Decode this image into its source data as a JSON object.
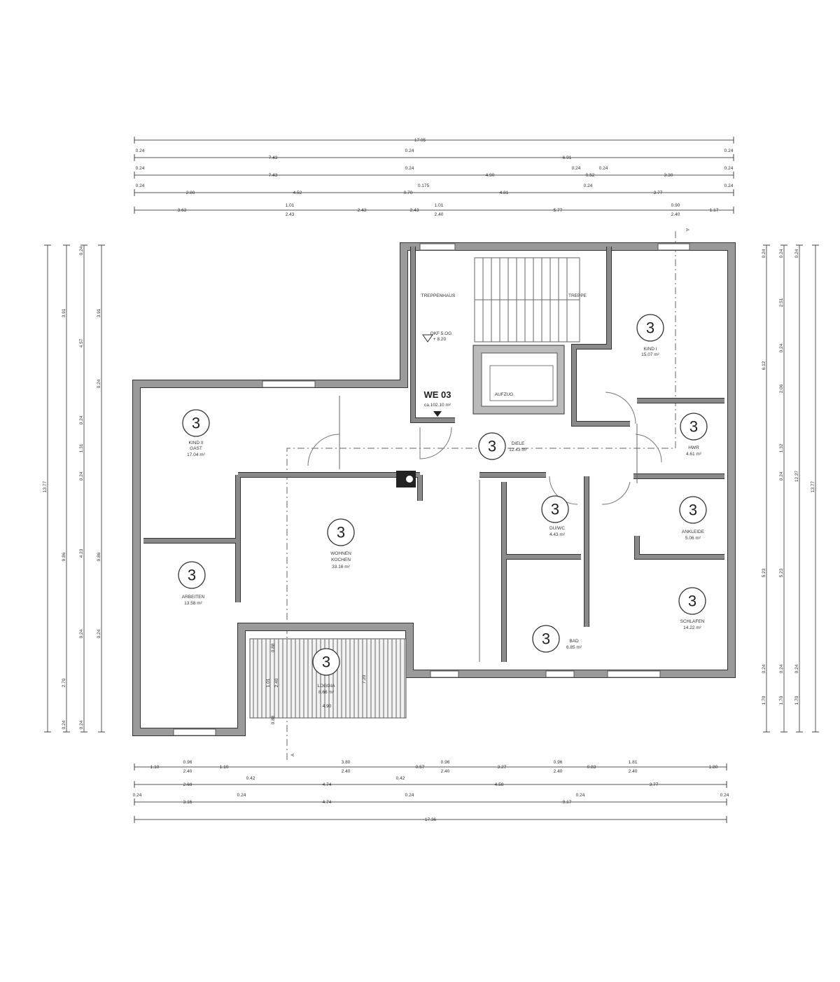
{
  "plan": {
    "unit": {
      "label": "WE 03",
      "area": "ca.102.10 m²"
    },
    "level_marker": {
      "label": "OKF 5.OG",
      "value": "+ 8.20"
    },
    "section_marker": "A",
    "stair_labels": {
      "stairwell": "TREPPENHAUS",
      "stairs": "TREPPE",
      "elevator": "AUFZUG"
    },
    "rooms": [
      {
        "number": "3",
        "name": "KIND I",
        "area": "15.07 m²"
      },
      {
        "number": "3",
        "name": "KIND II",
        "name2": "GAST",
        "area": "17.04 m²"
      },
      {
        "number": "3",
        "name": "DIELE",
        "area": "12.43 m²"
      },
      {
        "number": "3",
        "name": "HWR",
        "area": "4.61 m²"
      },
      {
        "number": "3",
        "name": "WOHNEN",
        "name2": "KOCHEN",
        "area": "33.16 m²"
      },
      {
        "number": "3",
        "name": "DU/WC",
        "area": "4.43 m²"
      },
      {
        "number": "3",
        "name": "ANKLEIDE",
        "area": "5.06 m²"
      },
      {
        "number": "3",
        "name": "ARBEITEN",
        "area": "13.58 m²"
      },
      {
        "number": "3",
        "name": "SCHLAFEN",
        "area": "14.22 m²"
      },
      {
        "number": "3",
        "name": "BAD",
        "area": "6.85 m²"
      },
      {
        "number": "3",
        "name": "LOGGIA",
        "area": "8.66 m²"
      }
    ],
    "loggia_dims": [
      "1.01",
      "2.40",
      "7.20",
      "4.90",
      "0.88",
      "0.88"
    ],
    "dimensions_top": [
      [
        "17.05"
      ],
      [
        "0.24",
        "7.43",
        "0.24",
        "6.91",
        "0.24"
      ],
      [
        "0.24",
        "7.43",
        "0.24",
        "4.90",
        "0.24",
        "0.52",
        "0.24",
        "3.30",
        "0.24"
      ],
      [
        "0.24",
        "2.80",
        "4.52",
        "0.70",
        "0.175",
        "4.81",
        "0.24",
        "3.77",
        "0.24"
      ],
      [
        "3.63",
        "1.01",
        "2.43",
        "2.43",
        "2.43",
        "1.01",
        "2.40",
        "5.77",
        "0.90",
        "2.40",
        "1.17"
      ]
    ],
    "dimensions_bottom": [
      [
        "1.10",
        "0.96",
        "2.40",
        "1.10",
        "3.80",
        "2.40",
        "0.57",
        "0.96",
        "2.40",
        "3.27",
        "0.96",
        "2.40",
        "0.83",
        "1.81",
        "2.40",
        "1.80"
      ],
      [
        "2.68",
        "0.42",
        "4.74",
        "0.42",
        "4.58",
        "3.77"
      ],
      [
        "0.24",
        "3.16",
        "0.24",
        "4.74",
        "0.24",
        "9.17",
        "0.24",
        "0.24"
      ],
      [
        "17.36"
      ]
    ],
    "dimensions_left": [
      [
        "13.77"
      ],
      [
        "3.91",
        "9.86",
        "2.70",
        "0.24"
      ],
      [
        "0.24",
        "4.57",
        "0.24",
        "1.31",
        "0.24",
        "4.23",
        "0.24",
        "0.24"
      ],
      [
        "3.91",
        "0.24",
        "9.86",
        "0.24"
      ]
    ],
    "dimensions_right": [
      [
        "0.24",
        "6.12",
        "5.23",
        "0.24",
        "1.70"
      ],
      [
        "0.24",
        "2.51",
        "0.24",
        "2.06",
        "1.32",
        "0.24",
        "5.23",
        "0.24",
        "1.70"
      ],
      [
        "0.24",
        "12.27",
        "0.24",
        "1.70"
      ],
      [
        "13.77"
      ]
    ]
  }
}
